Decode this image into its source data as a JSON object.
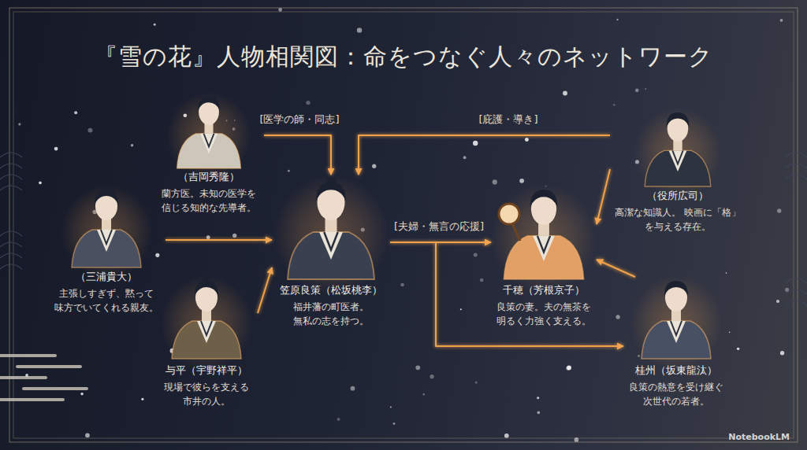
{
  "diagram": {
    "title": "『雪の花』人物相関図：命をつなぐ人々のネットワーク",
    "nodes": [
      {
        "text": [
          "（吉岡秀隆）",
          "蘭方医。未知の医学を 信じる知的な先導者。"
        ]
      },
      {
        "text": [
          "（役所広司）",
          "高潔な知識人。 映画に「格」を与える存在。"
        ]
      },
      {
        "text": [
          "（三浦貴大）",
          "主張しすぎず、黙って 味方でいてくれる親友。"
        ]
      },
      {
        "text": [
          "笠原良策（松坂桃李）",
          "福井藩の町医者。 無私の志を持つ。"
        ]
      },
      {
        "text": [
          "千穂（芳根京子）",
          "良策の妻。夫の無茶を 明るく力強く支える。"
        ]
      },
      {
        "text": [
          "与平（宇野祥平）",
          "現場で彼らを支える 市井の人。"
        ]
      },
      {
        "text": [
          "桂州（坂東龍汰）",
          "良策の熱意を受け継ぐ 次世代の若者。"
        ]
      }
    ],
    "edges": [
      {
        "from": 0,
        "to": 3,
        "label": "[医学の師・同志]",
        "arrow": "to"
      },
      {
        "from": 1,
        "to": 3,
        "label": "[庇護・導き]",
        "arrow": "to"
      },
      {
        "from": 1,
        "to": 4,
        "arrow": "to"
      },
      {
        "from": 2,
        "to": 3,
        "arrow": "to"
      },
      {
        "from": 5,
        "to": 3,
        "arrow": "to"
      },
      {
        "from": 3,
        "to": 4,
        "label": "[夫婦・無言の応援]",
        "arrow": "to"
      },
      {
        "from": 3,
        "to": 6,
        "arrow": "to"
      },
      {
        "from": 6,
        "to": 4,
        "arrow": "to"
      }
    ],
    "labels": [
      "NotebookLM"
    ]
  }
}
